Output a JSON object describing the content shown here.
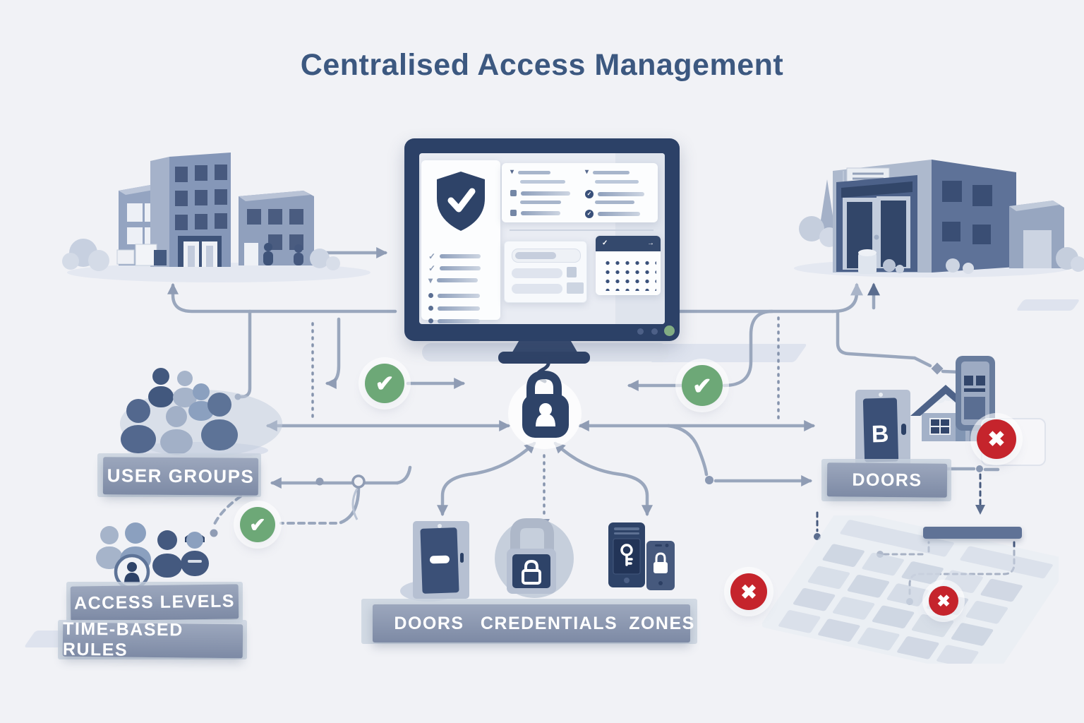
{
  "title": "Centralised Access Management",
  "labels": {
    "user_groups": "USER GROUPS",
    "access_levels": "ACCESS LEVELS",
    "time_based_rules": "TIME-BASED RULES",
    "doors": "DOORS",
    "credentials": "CREDENTIALS",
    "zones": "ZONES",
    "right_doors": "DOORS",
    "door_letter": "B"
  },
  "icons": {
    "check": "✔",
    "cross": "✖",
    "chevron_down": "▾",
    "arrow_right": "→",
    "tick": "✓"
  },
  "colors": {
    "background": "#f1f2f6",
    "title": "#3c5880",
    "navy": "#2e4368",
    "steel_line": "#9aa7bd",
    "label_bar_top": "#9ca7bd",
    "label_bar_bottom": "#7d8aa5",
    "green": "#6da877",
    "red": "#c5242c"
  }
}
